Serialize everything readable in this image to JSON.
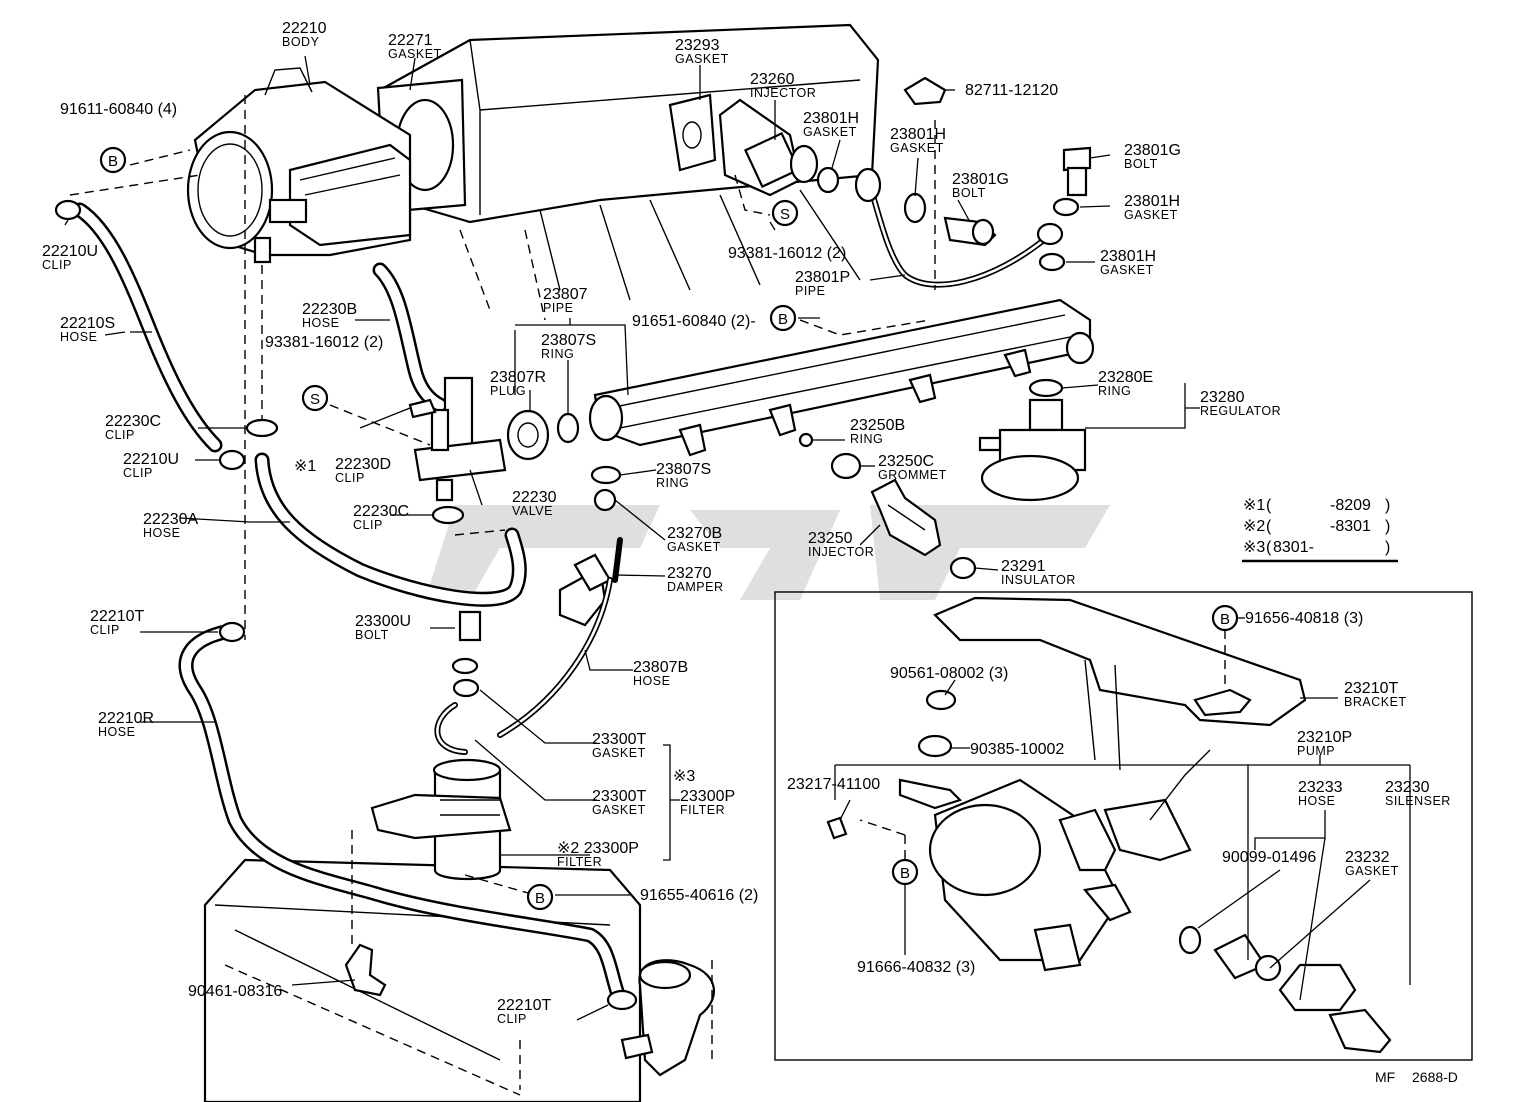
{
  "colors": {
    "ink": "#000000",
    "paper": "#ffffff",
    "watermark": "#c4c4c4"
  },
  "labels": [
    {
      "id": "22210",
      "num": "22210",
      "name": "BODY"
    },
    {
      "id": "22271",
      "num": "22271",
      "name": "GASKET"
    },
    {
      "id": "23293",
      "num": "23293",
      "name": "GASKET"
    },
    {
      "id": "23260",
      "num": "23260",
      "name": "INJECTOR"
    },
    {
      "id": "23801h_top",
      "num": "23801H",
      "name": "GASKET"
    },
    {
      "id": "82711",
      "num": "82711-12120",
      "name": ""
    },
    {
      "id": "23801h_mid",
      "num": "23801H",
      "name": "GASKET"
    },
    {
      "id": "23801g_mid",
      "num": "23801G",
      "name": "BOLT"
    },
    {
      "id": "23801g_right",
      "num": "23801G",
      "name": "BOLT"
    },
    {
      "id": "23801h_right1",
      "num": "23801H",
      "name": "GASKET"
    },
    {
      "id": "23801h_right2",
      "num": "23801H",
      "name": "GASKET"
    },
    {
      "id": "23801p",
      "num": "23801P",
      "name": "PIPE"
    },
    {
      "id": "93381_top",
      "num": "93381-16012 (2)",
      "name": ""
    },
    {
      "id": "91611",
      "num": "91611-60840 (4)",
      "name": ""
    },
    {
      "id": "22210u_top",
      "num": "22210U",
      "name": "CLIP"
    },
    {
      "id": "22210s",
      "num": "22210S",
      "name": "HOSE"
    },
    {
      "id": "22230b",
      "num": "22230B",
      "name": "HOSE"
    },
    {
      "id": "93381_left",
      "num": "93381-16012 (2)",
      "name": ""
    },
    {
      "id": "23807",
      "num": "23807",
      "name": "PIPE"
    },
    {
      "id": "91651",
      "num": "91651-60840 (2)-",
      "name": ""
    },
    {
      "id": "23807s_top",
      "num": "23807S",
      "name": "RING"
    },
    {
      "id": "23807r",
      "num": "23807R",
      "name": "PLUG"
    },
    {
      "id": "22230c_top",
      "num": "22230C",
      "name": "CLIP"
    },
    {
      "id": "22210u_mid",
      "num": "22210U",
      "name": "CLIP"
    },
    {
      "id": "mark1_label",
      "num": "※1",
      "name": ""
    },
    {
      "id": "22230d",
      "num": "22230D",
      "name": "CLIP"
    },
    {
      "id": "22230",
      "num": "22230",
      "name": "VALVE"
    },
    {
      "id": "22230a",
      "num": "22230A",
      "name": "HOSE"
    },
    {
      "id": "22230c_bot",
      "num": "22230C",
      "name": "CLIP"
    },
    {
      "id": "23807s_mid",
      "num": "23807S",
      "name": "RING"
    },
    {
      "id": "23250b",
      "num": "23250B",
      "name": "RING"
    },
    {
      "id": "23250c",
      "num": "23250C",
      "name": "GROMMET"
    },
    {
      "id": "23280e",
      "num": "23280E",
      "name": "RING"
    },
    {
      "id": "23280",
      "num": "23280",
      "name": "REGULATOR"
    },
    {
      "id": "23270b",
      "num": "23270B",
      "name": "GASKET"
    },
    {
      "id": "23270",
      "num": "23270",
      "name": "DAMPER"
    },
    {
      "id": "23250",
      "num": "23250",
      "name": "INJECTOR"
    },
    {
      "id": "23291",
      "num": "23291",
      "name": "INSULATOR"
    },
    {
      "id": "22210t_top",
      "num": "22210T",
      "name": "CLIP"
    },
    {
      "id": "23300u",
      "num": "23300U",
      "name": "BOLT"
    },
    {
      "id": "23807b",
      "num": "23807B",
      "name": "HOSE"
    },
    {
      "id": "22210r",
      "num": "22210R",
      "name": "HOSE"
    },
    {
      "id": "23300t_1",
      "num": "23300T",
      "name": "GASKET"
    },
    {
      "id": "23300t_2",
      "num": "23300T",
      "name": "GASKET"
    },
    {
      "id": "mark3_label",
      "num": "※3",
      "name": ""
    },
    {
      "id": "23300p_1",
      "num": "23300P",
      "name": "FILTER"
    },
    {
      "id": "23300p_2",
      "num": "※2 23300P",
      "name": "FILTER"
    },
    {
      "id": "91655",
      "num": "91655-40616 (2)",
      "name": ""
    },
    {
      "id": "90461",
      "num": "90461-08316",
      "name": ""
    },
    {
      "id": "22210t_bot",
      "num": "22210T",
      "name": "CLIP"
    },
    {
      "id": "91656",
      "num": "91656-40818 (3)",
      "name": ""
    },
    {
      "id": "90561",
      "num": "90561-08002 (3)",
      "name": ""
    },
    {
      "id": "23210t",
      "num": "23210T",
      "name": "BRACKET"
    },
    {
      "id": "90385",
      "num": "90385-10002",
      "name": ""
    },
    {
      "id": "23210p",
      "num": "23210P",
      "name": "PUMP"
    },
    {
      "id": "23217",
      "num": "23217-41100",
      "name": ""
    },
    {
      "id": "23233",
      "num": "23233",
      "name": "HOSE"
    },
    {
      "id": "23230",
      "num": "23230",
      "name": "SILENSER"
    },
    {
      "id": "90099",
      "num": "90099-01496",
      "name": ""
    },
    {
      "id": "23232",
      "num": "23232",
      "name": "GASKET"
    },
    {
      "id": "91666",
      "num": "91666-40832 (3)",
      "name": ""
    }
  ],
  "fastener_marks": {
    "b": "B",
    "s": "S"
  },
  "notes": [
    {
      "mark": "※1",
      "open": "(",
      "range": "-8209",
      "close": ")"
    },
    {
      "mark": "※2",
      "open": "(",
      "range": "-8301",
      "close": ")"
    },
    {
      "mark": "※3",
      "open": "(",
      "range": "8301-",
      "close": ")"
    }
  ],
  "figure_code": {
    "prefix": "MF",
    "code": "2688-D"
  }
}
